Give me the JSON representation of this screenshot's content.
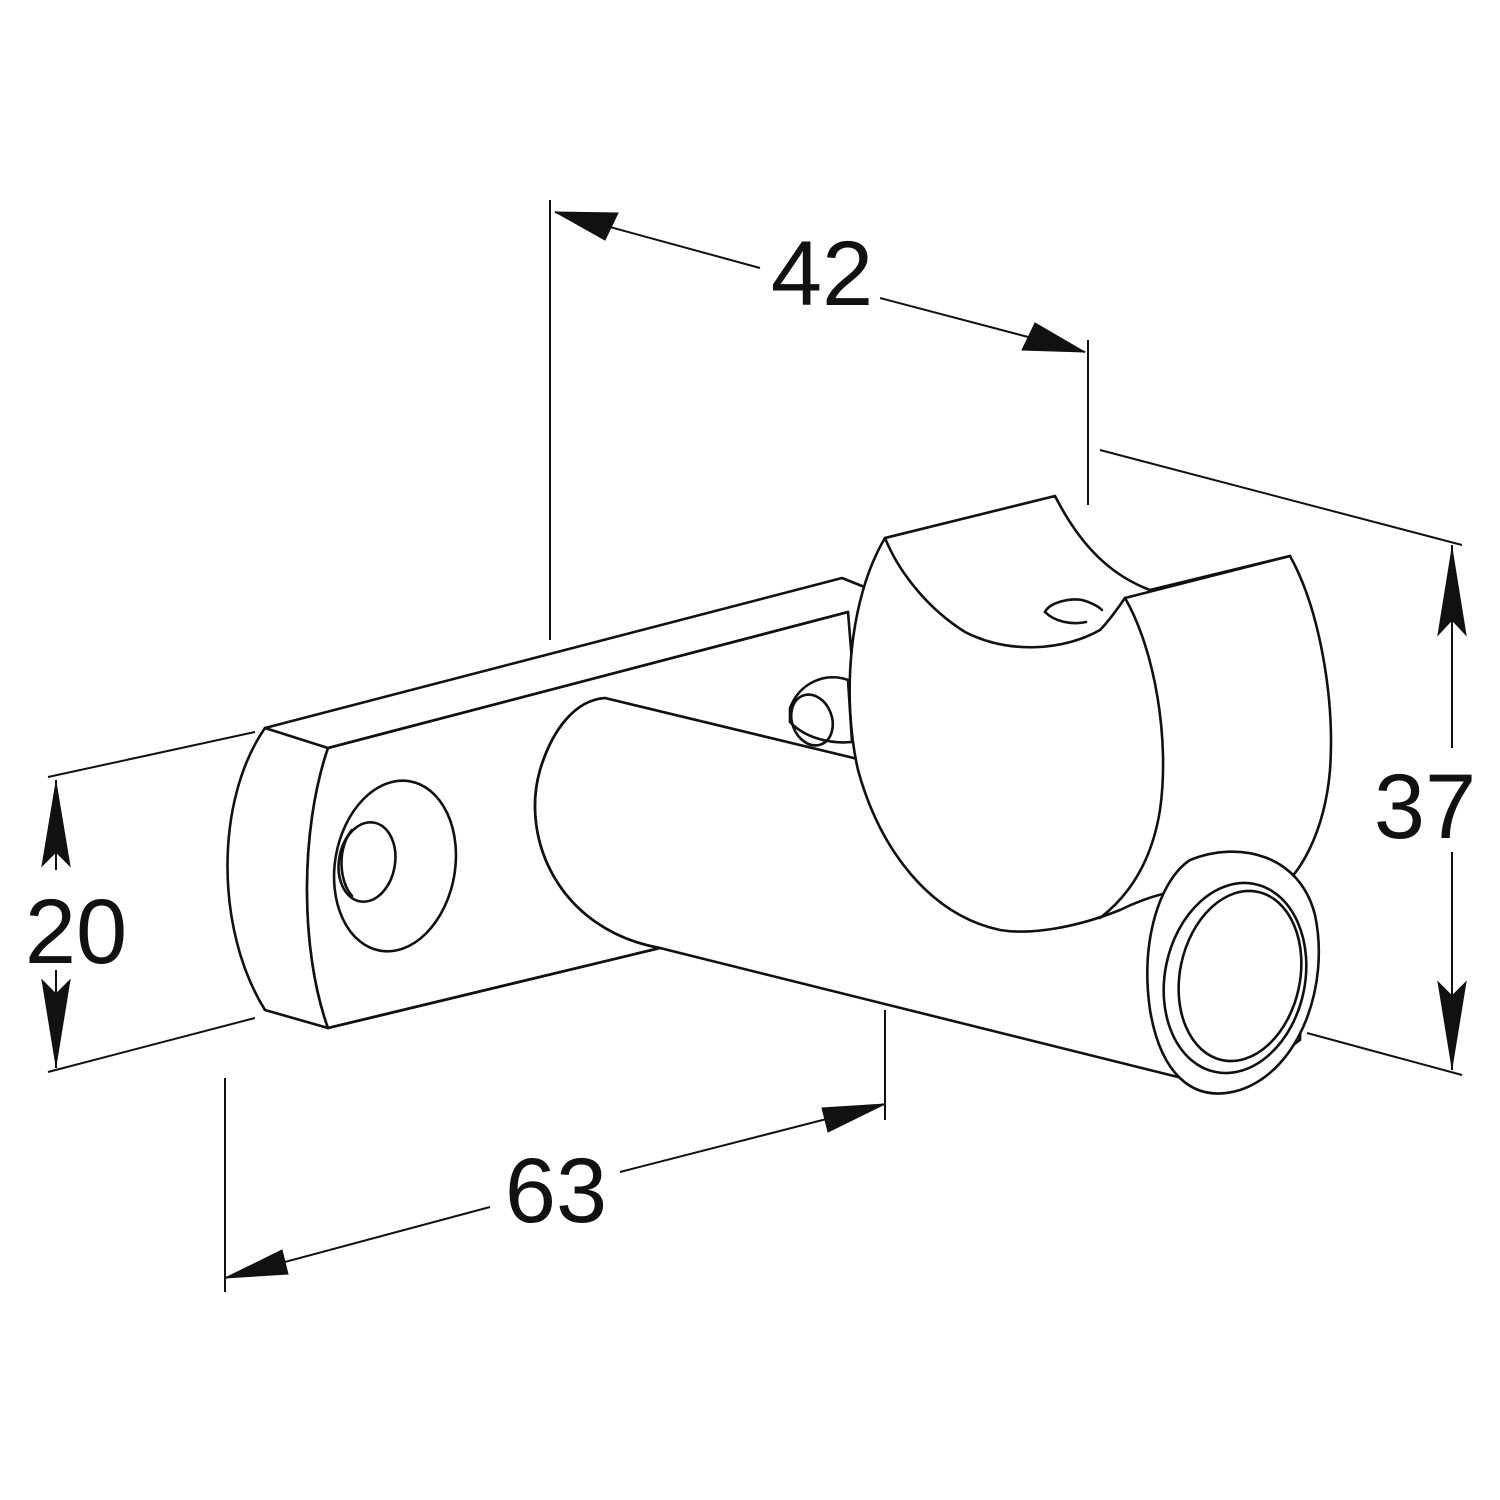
{
  "drawing": {
    "line_color": "#111111",
    "background": "#ffffff",
    "dimensions": {
      "height_left": "20",
      "length_bottom": "63",
      "depth_top": "42",
      "height_right": "37"
    }
  }
}
